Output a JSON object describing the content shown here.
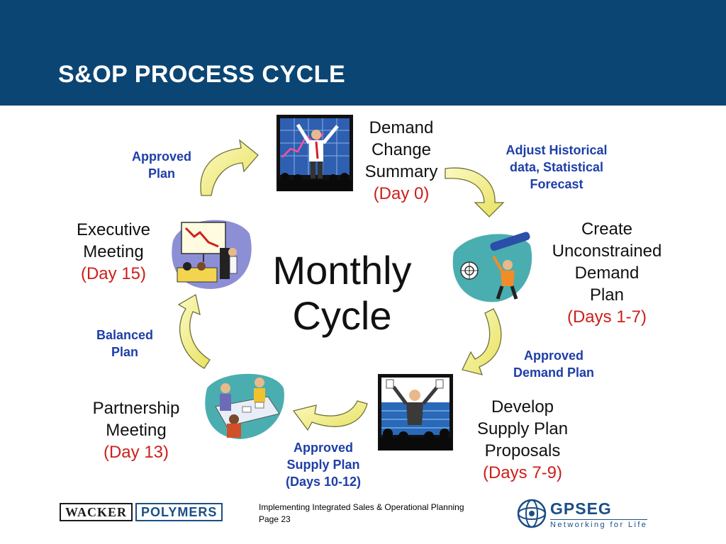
{
  "header": {
    "title": "S&OP PROCESS CYCLE"
  },
  "center": {
    "line1": "Monthly",
    "line2": "Cycle"
  },
  "stages": {
    "demand_change": {
      "line1": "Demand",
      "line2": "Change",
      "line3": "Summary",
      "day": "(Day 0)"
    },
    "unconstrained": {
      "line1": "Create",
      "line2": "Unconstrained",
      "line3": "Demand",
      "line4": "Plan",
      "day": "(Days 1-7)"
    },
    "supply_plan": {
      "line1": "Develop",
      "line2": "Supply Plan",
      "line3": "Proposals",
      "day": "(Days 7-9)"
    },
    "partnership": {
      "line1": "Partnership",
      "line2": "Meeting",
      "day": "(Day 13)"
    },
    "executive": {
      "line1": "Executive",
      "line2": "Meeting",
      "day": "(Day 15)"
    }
  },
  "handoffs": {
    "adjust": {
      "line1": "Adjust Historical",
      "line2": "data, Statistical",
      "line3": "Forecast"
    },
    "approved_demand": {
      "line1": "Approved",
      "line2": "Demand Plan"
    },
    "approved_supply": {
      "line1": "Approved",
      "line2": "Supply Plan",
      "line3": "(Days 10-12)"
    },
    "balanced": {
      "line1": "Balanced",
      "line2": "Plan"
    },
    "approved_plan": {
      "line1": "Approved",
      "line2": "Plan"
    }
  },
  "footer": {
    "note_line1": "Implementing Integrated Sales & Operational Planning",
    "note_line2": "Page 23",
    "logo_left_1": "WACKER",
    "logo_left_2": "POLYMERS",
    "logo_right_name": "GPSEG",
    "logo_right_tagline": "Networking for Life"
  },
  "colors": {
    "header_bg": "#0b4573",
    "handoff_text": "#1e3ea8",
    "day_text": "#cc1f1a",
    "arrow_fill": "#f4f08a"
  }
}
